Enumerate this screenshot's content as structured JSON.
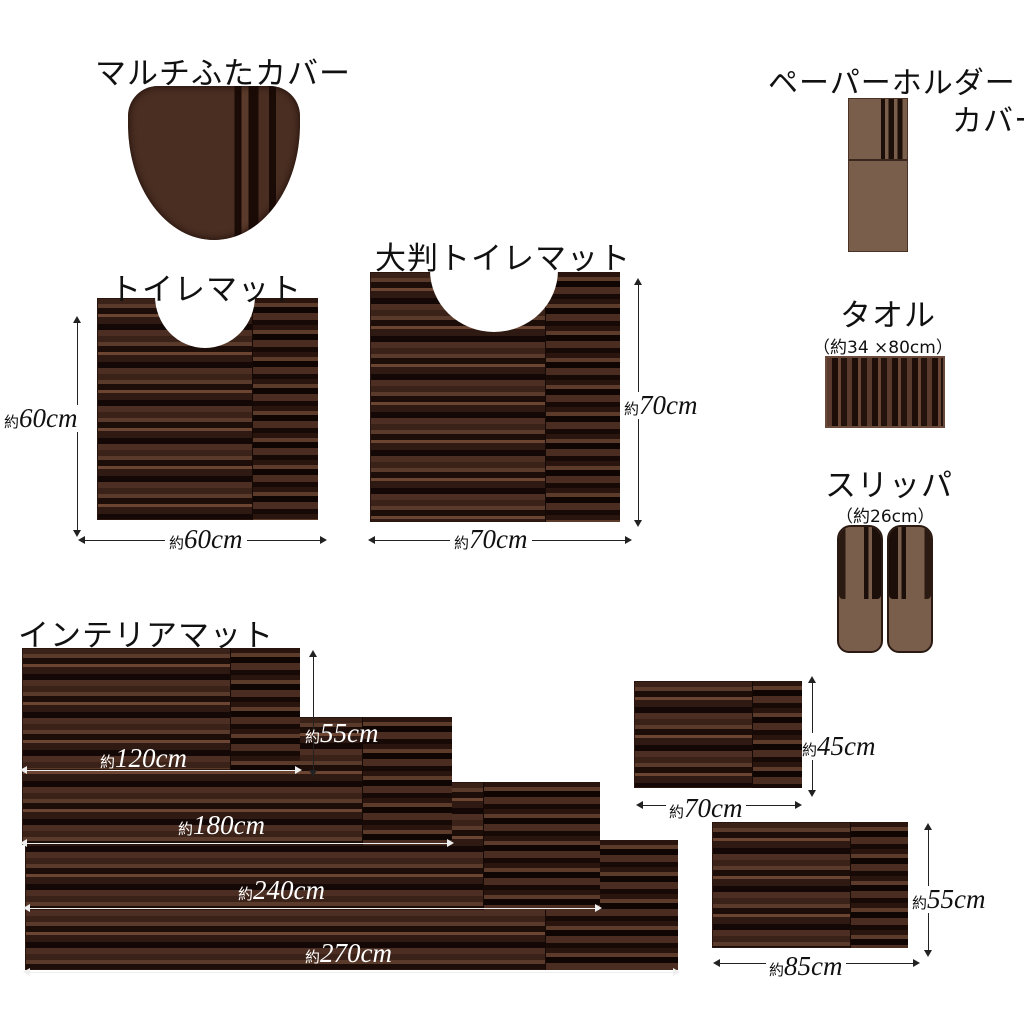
{
  "products": {
    "lid_cover": {
      "title": "マルチふたカバー"
    },
    "paper_holder": {
      "title_line1": "ペーパーホルダー",
      "title_line2": "カバー"
    },
    "toilet_mat": {
      "title": "トイレマット",
      "height": "60cm",
      "width": "60cm"
    },
    "large_toilet_mat": {
      "title": "大判トイレマット",
      "height": "70cm",
      "width": "70cm"
    },
    "towel": {
      "title": "タオル",
      "size": "（約34 ×80cm）"
    },
    "slipper": {
      "title": "スリッパ",
      "size": "（約26cm）"
    },
    "interior_mat": {
      "title": "インテリアマット",
      "height": "55cm",
      "widths": [
        "120cm",
        "180cm",
        "240cm",
        "270cm"
      ]
    },
    "small_mat": {
      "height": "45cm",
      "width": "70cm"
    },
    "medium_mat": {
      "height": "55cm",
      "width": "85cm"
    }
  },
  "approx_prefix": "約",
  "colors": {
    "dark_brown": "#2e1a12",
    "taupe": "#7a5e4c",
    "stripe_dark": "#140806"
  }
}
